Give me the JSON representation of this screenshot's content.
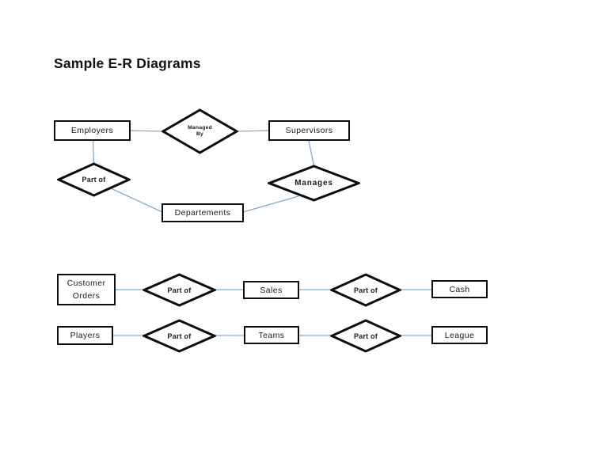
{
  "title": "Sample E-R Diagrams",
  "colors": {
    "connector": "#87a9d1",
    "shape_border": "#0d0d0d",
    "shape_fill": "#ffffff",
    "text": "#1a1a1a"
  },
  "diagram_top": {
    "entities": {
      "employers": "Employers",
      "supervisors": "Supervisors",
      "departements": "Departements"
    },
    "relationships": {
      "managed_by": "Managed\nBy",
      "part_of": "Part of",
      "manages": "Manages"
    }
  },
  "diagram_row1": {
    "customer_orders": "Customer\nOrders",
    "part_of_left": "Part of",
    "sales": "Sales",
    "part_of_right": "Part of",
    "cash": "Cash"
  },
  "diagram_row2": {
    "players": "Players",
    "part_of_left": "Part of",
    "teams": "Teams",
    "part_of_right": "Part of",
    "league": "League"
  }
}
